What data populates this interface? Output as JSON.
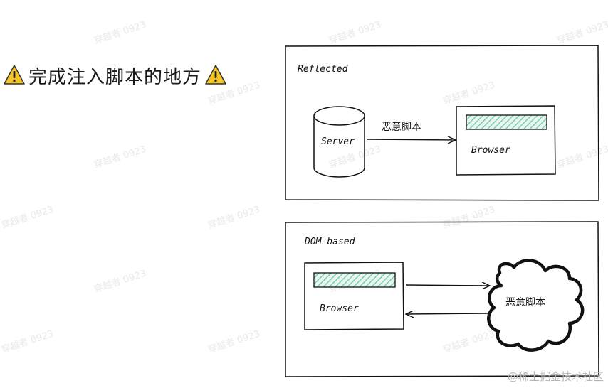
{
  "heading": {
    "title": "完成注入脚本的地方",
    "left_icon": "warning-icon",
    "right_icon": "warning-icon",
    "warning_color": "#f6c324"
  },
  "watermark": {
    "text": "穿越者 0923"
  },
  "reflected_panel": {
    "title": "Reflected",
    "server_label": "Server",
    "arrow_label": "恶意脚本",
    "browser_label": "Browser"
  },
  "dom_panel": {
    "title": "DOM-based",
    "browser_label": "Browser",
    "cloud_label": "恶意脚本"
  },
  "footer": {
    "text": "@稀土掘金技术社区"
  },
  "colors": {
    "stroke": "#111111",
    "hatch": "#5cc39a",
    "hatch_fill": "#e7f6ef"
  }
}
